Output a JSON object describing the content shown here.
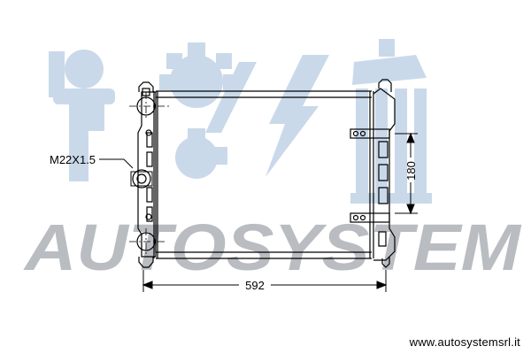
{
  "watermark": {
    "brand": "AUTOSYSTEM",
    "colors": {
      "text": "#b9bcc0",
      "figures": "#c9d9ea"
    }
  },
  "drawing": {
    "thread_label": "M22X1.5",
    "width_dimension": "592",
    "height_dimension": "180",
    "line_color": "#000000"
  },
  "footer": {
    "website": "www.autosystemsrl.it"
  }
}
